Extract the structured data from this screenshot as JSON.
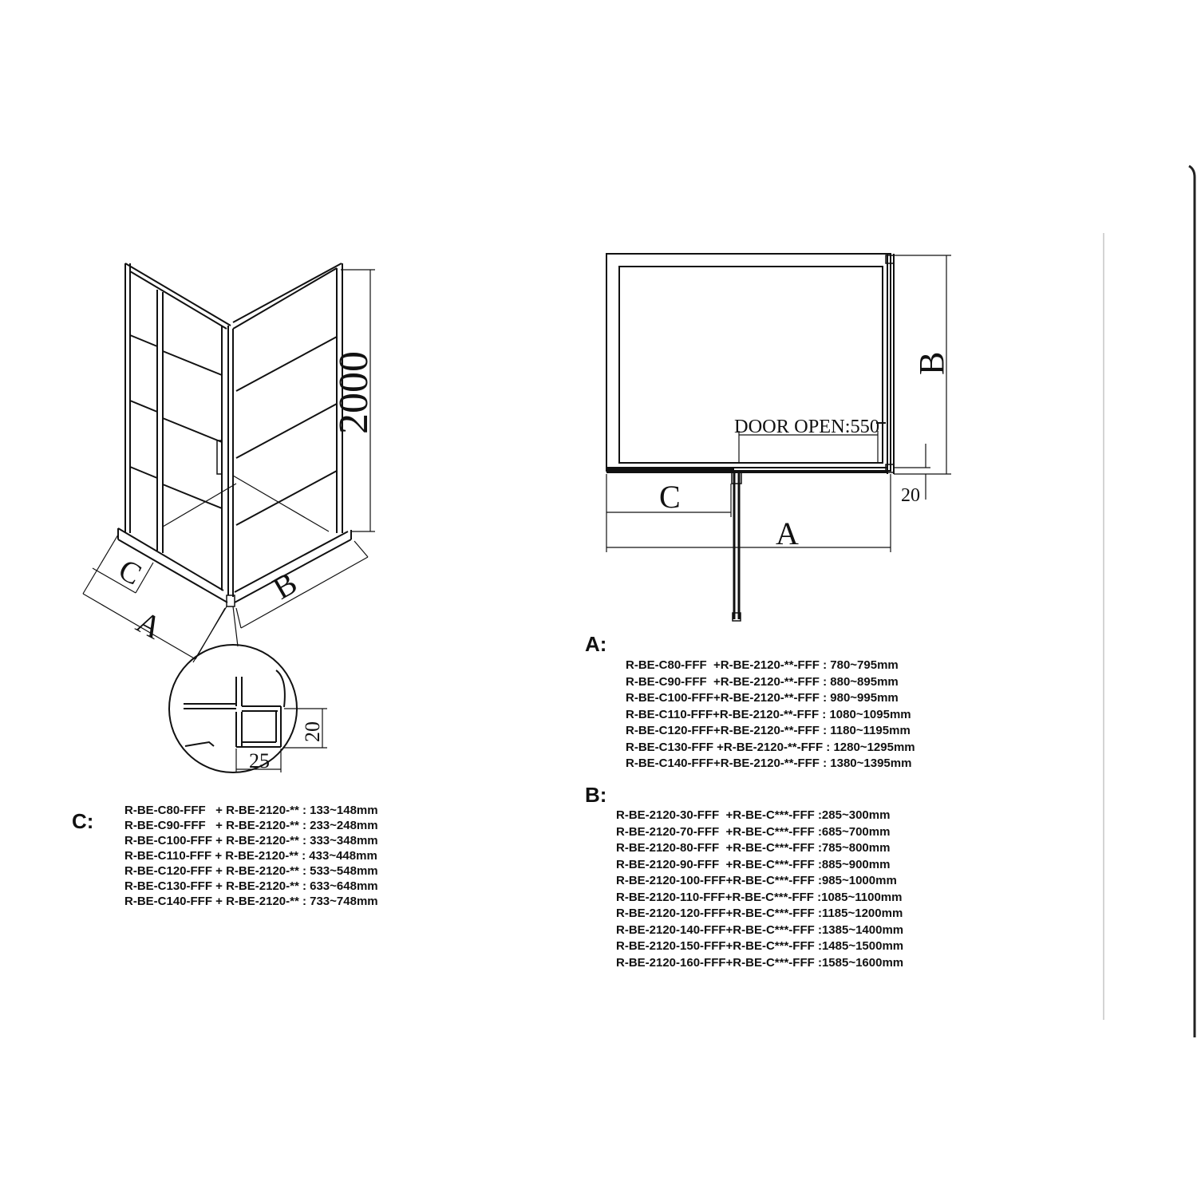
{
  "diagram": {
    "height_label": "2000",
    "iso_label_A": "A",
    "iso_label_B": "B",
    "iso_label_C": "C",
    "profile_dim_height": "20",
    "profile_dim_width": "25",
    "plan_door_open": "DOOR OPEN:550",
    "plan_label_A": "A",
    "plan_label_B": "B",
    "plan_label_C": "C",
    "plan_dim_20": "20"
  },
  "specs": {
    "A": {
      "heading": "A:",
      "rows": [
        "R-BE-C80-FFF  +R-BE-2120-**-FFF : 780~795mm",
        "R-BE-C90-FFF  +R-BE-2120-**-FFF : 880~895mm",
        "R-BE-C100-FFF+R-BE-2120-**-FFF : 980~995mm",
        "R-BE-C110-FFF+R-BE-2120-**-FFF : 1080~1095mm",
        "R-BE-C120-FFF+R-BE-2120-**-FFF : 1180~1195mm",
        "R-BE-C130-FFF +R-BE-2120-**-FFF : 1280~1295mm",
        "R-BE-C140-FFF+R-BE-2120-**-FFF : 1380~1395mm"
      ]
    },
    "B": {
      "heading": "B:",
      "rows": [
        "R-BE-2120-30-FFF  +R-BE-C***-FFF :285~300mm",
        "R-BE-2120-70-FFF  +R-BE-C***-FFF :685~700mm",
        "R-BE-2120-80-FFF  +R-BE-C***-FFF :785~800mm",
        "R-BE-2120-90-FFF  +R-BE-C***-FFF :885~900mm",
        "R-BE-2120-100-FFF+R-BE-C***-FFF :985~1000mm",
        "R-BE-2120-110-FFF+R-BE-C***-FFF :1085~1100mm",
        "R-BE-2120-120-FFF+R-BE-C***-FFF :1185~1200mm",
        "R-BE-2120-140-FFF+R-BE-C***-FFF :1385~1400mm",
        "R-BE-2120-150-FFF+R-BE-C***-FFF :1485~1500mm",
        "R-BE-2120-160-FFF+R-BE-C***-FFF :1585~1600mm"
      ]
    },
    "C": {
      "heading": "C:",
      "rows": [
        "R-BE-C80-FFF   + R-BE-2120-** : 133~148mm",
        "R-BE-C90-FFF   + R-BE-2120-** : 233~248mm",
        "R-BE-C100-FFF + R-BE-2120-** : 333~348mm",
        "R-BE-C110-FFF + R-BE-2120-** : 433~448mm",
        "R-BE-C120-FFF + R-BE-2120-** : 533~548mm",
        "R-BE-C130-FFF + R-BE-2120-** : 633~648mm",
        "R-BE-C140-FFF + R-BE-2120-** : 733~748mm"
      ]
    }
  }
}
